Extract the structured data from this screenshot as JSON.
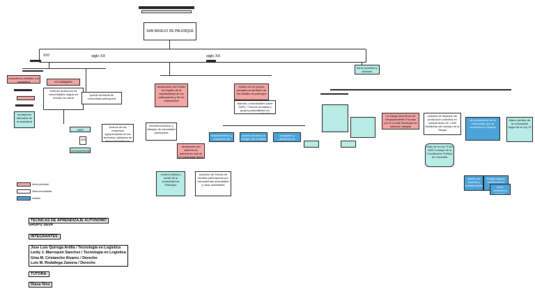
{
  "main": {
    "topic": "SAN BASILIO DE PALENQUE",
    "centuries": [
      "XVI",
      "siglo XX",
      "siglo XX"
    ]
  },
  "nodes": {
    "cartagena": "en Cartagena",
    "left_pink_1": "esclavitud y rebelión a la esclavitud",
    "left_teal_1": "fundadores liberados de la esclavitud",
    "territorio": "territorio autónomo de comunidades negras en montes de maría",
    "palenke_teal": "1603",
    "1691": "1691",
    "reconocimiento": "reconocimiento jurídico",
    "pueblo": "pueblo territorial de comunidad palenquera",
    "vecinos": "vecinos de las empresas agropecuarias en los territorios habitados de forma ancestral por indígenas y negros",
    "declaratoria": "declaratoria del Estado de Espiritu de la espiritualidad de los palenqueros y de los manuscritos",
    "desestructuracion": "desestructuración y despojo de comunidad palenquera",
    "patrimonio": "declaración del sistema de patrimonio oral de la humanidad Santa Cruz",
    "cultural": "control cultural y social de la comunidad de Palenque",
    "formas": "sucesión de formas de familias palenqueras por herramientas ancestrales y otras actividades",
    "grupos": "estado de los grupos armados en territorio de San Basilio de palenque",
    "sistema": "sistema, comunidades sobre FARC, Fuerzas armadas y grupos paramilitares en comunidad de la SOMOS",
    "blue_1": "desplazamiento y ocupación del territorio palenque",
    "blue_2": "grupos armados al margen del conflicto",
    "blue_3": "ocupación y desarrollo de cultivos palenqueros",
    "right_pink": "La Sanga toma Boca de Desplazamiento Forzado por el Comité Municipal de Atención Integral",
    "solicitud": "solicitud de titulación de producción colectiva en cumplimiento de 1.500 hectáreas del consejo de la Sanga",
    "titulado": "título de la Ley 70 de 1993 Consejo de la Constitución Política de Colombia",
    "poblamiento": "de poblamiento de la comunidad que se encuentra en disputa",
    "right_blue_1": "cambio de vivienda y transformación",
    "right_blue_2": "trabajo agrario tradicional del territorio en peligro",
    "far_right": "Marco jurídico de la comunidad negra de la Ley 70",
    "bottom_right": "tierra ancestral y territorio"
  },
  "legend": [
    "hecho principal",
    "ideas secundarias",
    "relación"
  ],
  "credits": {
    "course": "TECNICAS DE APRENDIZAJE AUTONOMO",
    "group": "GRUPO 16/24",
    "members_heading": "INTEGRANTES:",
    "members": [
      "Jose Luis Quiroga Ardila / Tecnologia en Logistica",
      "Leidy J. Marroquin Sanchez / Tecnologia en Logistica",
      "Gina M. Cristancho Alvarez / Derecho",
      "Luis M. Rodallega Zamora / Derecho"
    ],
    "tutor_heading": "TUTORA:",
    "tutor": "Diana Nino"
  }
}
